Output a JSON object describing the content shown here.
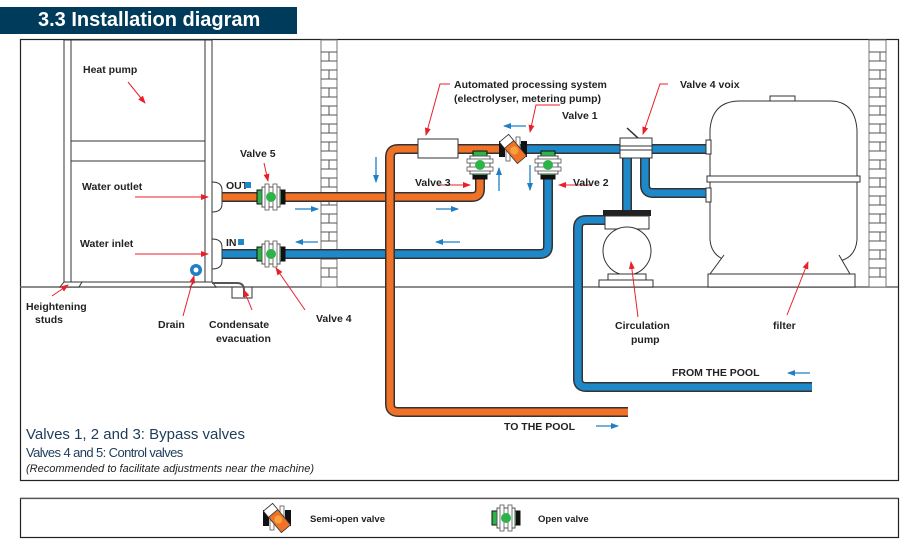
{
  "section": {
    "number": "3.3",
    "title": "3.3  Installation diagram"
  },
  "colors": {
    "header_bg": "#003b5c",
    "hot_pipe": "#f07227",
    "cold_pipe": "#1f88c9",
    "valve_open": "#2db34a",
    "annotation_arrow": "#e8202a",
    "flow_arrow": "#1f7fc4"
  },
  "labels": {
    "heat_pump": "Heat pump",
    "water_outlet": "Water outlet",
    "water_inlet": "Water inlet",
    "heightening_studs_1": "Heightening",
    "heightening_studs_2": "studs",
    "drain": "Drain",
    "condensate_1": "Condensate",
    "condensate_2": "evacuation",
    "valve_5": "Valve 5",
    "valve_4": "Valve 4",
    "valve_3": "Valve 3",
    "valve_2": "Valve 2",
    "valve_1": "Valve 1",
    "valve_4_voix": "Valve 4 voix",
    "aps_1": "Automated processing system",
    "aps_2": "(electrolyser, metering pump)",
    "circulation_pump_1": "Circulation",
    "circulation_pump_2": "pump",
    "filter": "filter",
    "from_pool": "FROM THE POOL",
    "to_pool": "TO THE POOL",
    "out_tag": "OUT",
    "in_tag": "IN"
  },
  "notes": {
    "bypass": "Valves 1, 2 and 3: Bypass valves",
    "control": "Valves 4 and 5: Control valves",
    "recommendation": "(Recommended to facilitate adjustments near the machine)"
  },
  "legend": {
    "items": [
      {
        "icon": "semi-open-valve-icon",
        "label": "Semi-open valve"
      },
      {
        "icon": "open-valve-icon",
        "label": "Open valve"
      }
    ]
  }
}
